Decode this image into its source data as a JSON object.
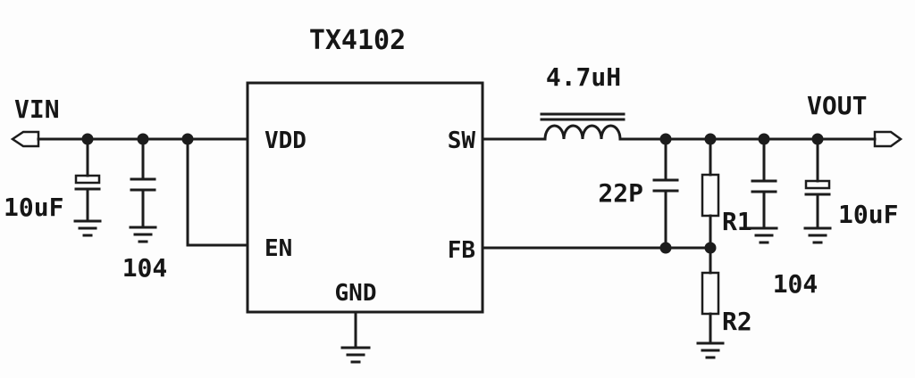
{
  "title": "TX4102",
  "ic": {
    "pins": {
      "vdd": "VDD",
      "en": "EN",
      "sw": "SW",
      "fb": "FB",
      "gnd": "GND"
    }
  },
  "terminals": {
    "input": "VIN",
    "output": "VOUT"
  },
  "components": {
    "input_bulk_cap": "10uF",
    "input_ceramic_cap": "104",
    "inductor": "4.7uH",
    "feedforward_cap": "22P",
    "r1": "R1",
    "r2": "R2",
    "output_ceramic_cap": "104",
    "output_bulk_cap": "10uF"
  },
  "colors": {
    "line": "#1c1c1c",
    "background": "#fdfdfd"
  }
}
